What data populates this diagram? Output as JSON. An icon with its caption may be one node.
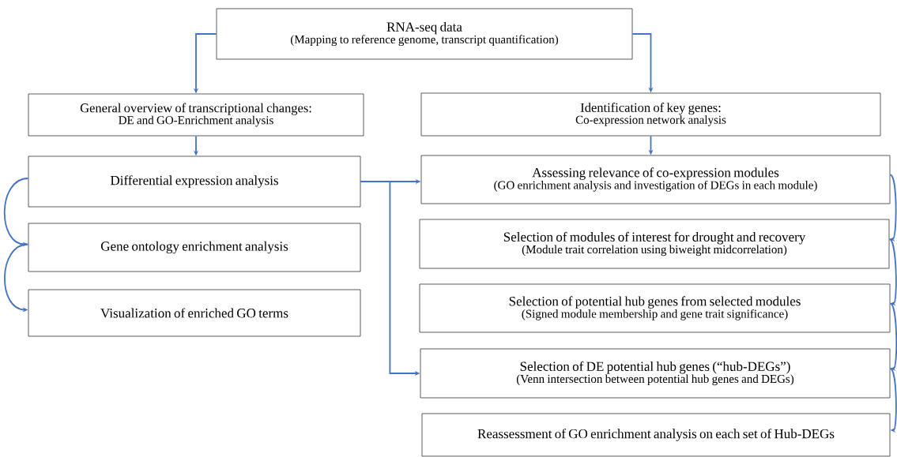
{
  "diagram": {
    "nodes": [
      {
        "text": [
          "RNA-seq data",
          "(Mapping to reference genome, transcript quantification)"
        ]
      },
      {
        "text": [
          "General overview of transcriptional changes:",
          "DE and GO-Enrichment analysis"
        ]
      },
      {
        "text": [
          "Identification of key genes:",
          "Co-expression network analysis"
        ]
      },
      {
        "text": [
          "Differential expression analysis"
        ]
      },
      {
        "text": [
          "Gene ontology enrichment analysis"
        ]
      },
      {
        "text": [
          "Visualization of enriched GO terms"
        ]
      },
      {
        "text": [
          "Assessing relevance of co-expression modules",
          "(GO enrichment analysis and investigation of DEGs in each module)"
        ]
      },
      {
        "text": [
          "Selection of modules of interest for drought and recovery",
          "(Module trait correlation using biweight midcorrelation)"
        ]
      },
      {
        "text": [
          "Selection of potential hub genes from selected modules",
          "(Signed module membership and gene trait significance)"
        ]
      },
      {
        "text": [
          "Selection of DE potential hub genes (“hub-DEGs”)",
          "(Venn intersection between potential hub genes and DEGs)"
        ]
      },
      {
        "text": [
          "Reassessment of GO enrichment analysis on each set of Hub-DEGs"
        ]
      }
    ],
    "edges": [
      {
        "from": 0,
        "to": 1,
        "arrow": "to"
      },
      {
        "from": 0,
        "to": 2,
        "arrow": "to"
      },
      {
        "from": 1,
        "to": 3,
        "arrow": "to"
      },
      {
        "from": 2,
        "to": 6,
        "arrow": "to"
      },
      {
        "from": 3,
        "to": 6,
        "arrow": "to"
      },
      {
        "from": 3,
        "to": 9,
        "arrow": "to"
      },
      {
        "from": 3,
        "to": 4,
        "arrow": "to"
      },
      {
        "from": 4,
        "to": 5,
        "arrow": "to"
      },
      {
        "from": 6,
        "to": 7,
        "arrow": "to"
      },
      {
        "from": 7,
        "to": 8,
        "arrow": "to"
      },
      {
        "from": 8,
        "to": 9,
        "arrow": "to"
      },
      {
        "from": 9,
        "to": 10,
        "arrow": "to"
      }
    ]
  }
}
